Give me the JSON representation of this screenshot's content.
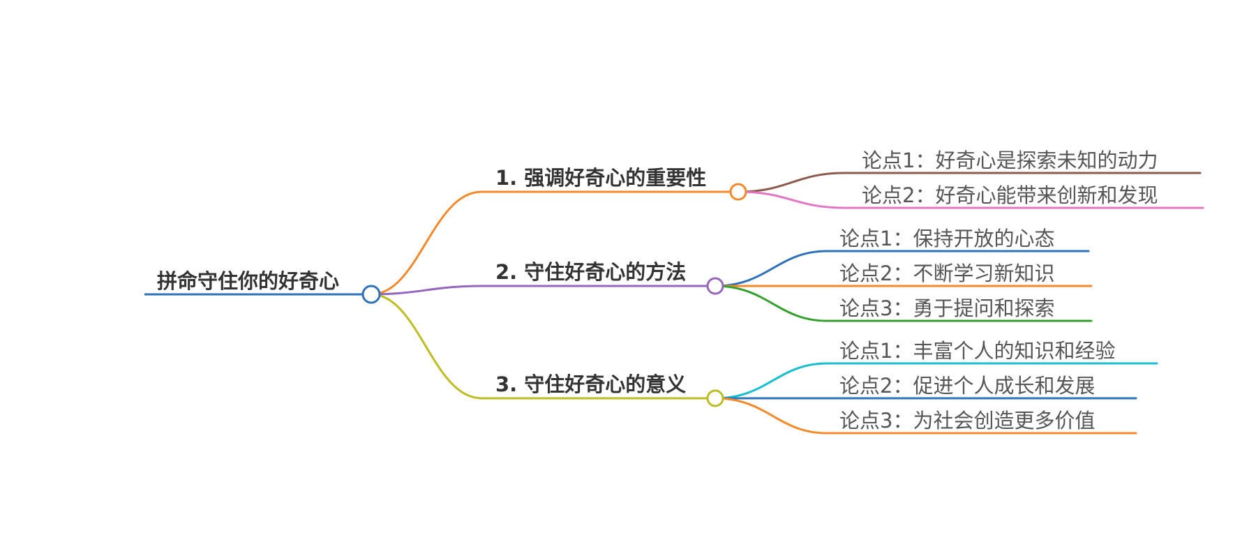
{
  "mindmap": {
    "root": {
      "label": "拼命守住你的好奇心",
      "color": "#2d72b8"
    },
    "branches": [
      {
        "label": "1. 强调好奇心的重要性",
        "color": "#f5892a",
        "children": [
          {
            "label": "论点1：好奇心是探索未知的动力",
            "color": "#8b5a4d"
          },
          {
            "label": "论点2：好奇心能带来创新和发现",
            "color": "#e276c3"
          }
        ]
      },
      {
        "label": "2. 守住好奇心的方法",
        "color": "#9466bd",
        "children": [
          {
            "label": "论点1：保持开放的心态",
            "color": "#2d72b8"
          },
          {
            "label": "论点2：不断学习新知识",
            "color": "#f5892a"
          },
          {
            "label": "论点3：勇于提问和探索",
            "color": "#33a02c"
          }
        ]
      },
      {
        "label": "3. 守住好奇心的意义",
        "color": "#bcbd22",
        "children": [
          {
            "label": "论点1：丰富个人的知识和经验",
            "color": "#17becf"
          },
          {
            "label": "论点2：促进个人成长和发展",
            "color": "#2d72b8"
          },
          {
            "label": "论点3：为社会创造更多价值",
            "color": "#f5892a"
          }
        ]
      }
    ]
  }
}
